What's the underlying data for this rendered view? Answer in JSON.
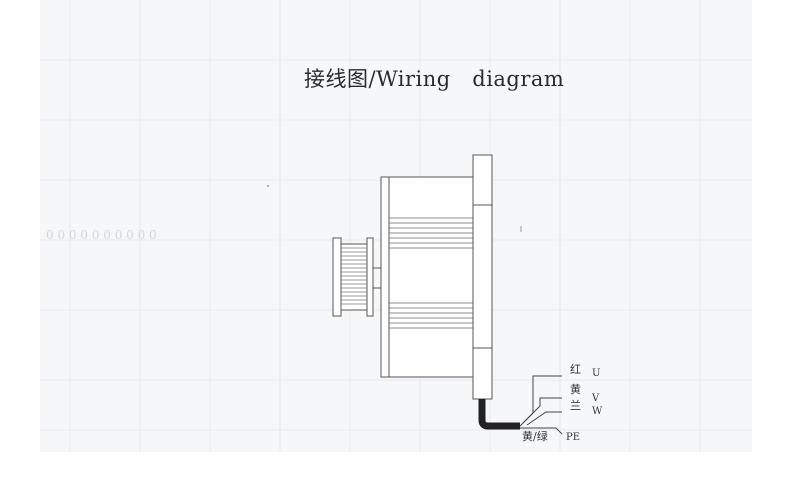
{
  "title": "接线图/Wiring   diagram",
  "wires": [
    {
      "color": "红",
      "terminal": "U"
    },
    {
      "color": "黄",
      "terminal": "V"
    },
    {
      "color": "兰",
      "terminal": "W"
    },
    {
      "color": "黄/绿",
      "terminal": "PE"
    }
  ]
}
